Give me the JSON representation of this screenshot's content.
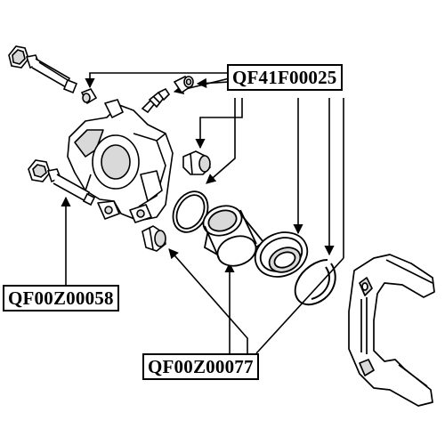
{
  "labels": {
    "top": "QF41F00025",
    "left": "QF00Z00058",
    "bottom": "QF00Z00077"
  },
  "colors": {
    "ink": "#000000",
    "paper": "#ffffff",
    "shade": "#d9d9d9"
  }
}
